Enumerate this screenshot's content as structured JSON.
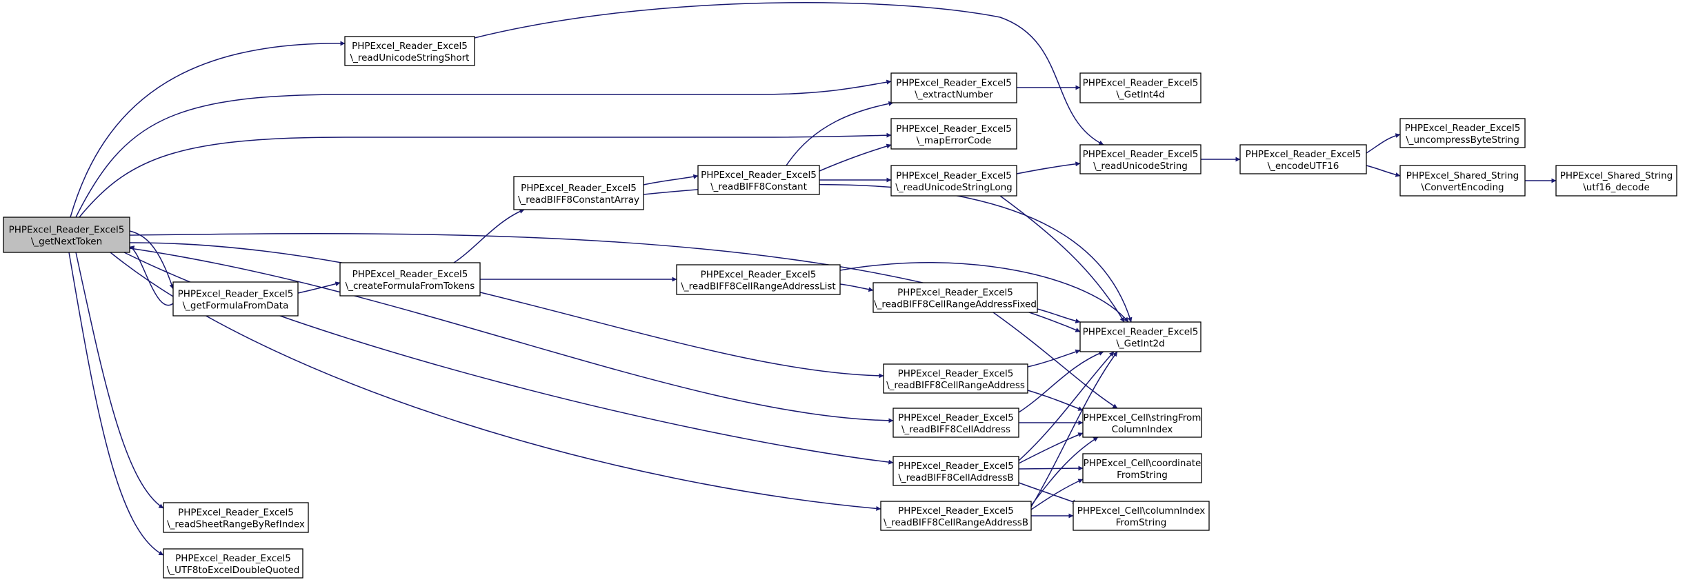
{
  "nodes": [
    {
      "id": "getNextToken",
      "lines": [
        "PHPExcel_Reader_Excel5",
        "\\_getNextToken"
      ],
      "focus": true
    },
    {
      "id": "getFormulaFromData",
      "lines": [
        "PHPExcel_Reader_Excel5",
        "\\_getFormulaFromData"
      ]
    },
    {
      "id": "createFormulaFromTokens",
      "lines": [
        "PHPExcel_Reader_Excel5",
        "\\_createFormulaFromTokens"
      ]
    },
    {
      "id": "readUnicodeStringShort",
      "lines": [
        "PHPExcel_Reader_Excel5",
        "\\_readUnicodeStringShort"
      ]
    },
    {
      "id": "readBIFF8ConstantArray",
      "lines": [
        "PHPExcel_Reader_Excel5",
        "\\_readBIFF8ConstantArray"
      ]
    },
    {
      "id": "readBIFF8Constant",
      "lines": [
        "PHPExcel_Reader_Excel5",
        "\\_readBIFF8Constant"
      ]
    },
    {
      "id": "readBIFF8CellRangeAddressList",
      "lines": [
        "PHPExcel_Reader_Excel5",
        "\\_readBIFF8CellRangeAddressList"
      ]
    },
    {
      "id": "extractNumber",
      "lines": [
        "PHPExcel_Reader_Excel5",
        "\\_extractNumber"
      ]
    },
    {
      "id": "mapErrorCode",
      "lines": [
        "PHPExcel_Reader_Excel5",
        "\\_mapErrorCode"
      ]
    },
    {
      "id": "readUnicodeStringLong",
      "lines": [
        "PHPExcel_Reader_Excel5",
        "\\_readUnicodeStringLong"
      ]
    },
    {
      "id": "readBIFF8CellRangeAddressFixed",
      "lines": [
        "PHPExcel_Reader_Excel5",
        "\\_readBIFF8CellRangeAddressFixed"
      ]
    },
    {
      "id": "readBIFF8CellRangeAddress",
      "lines": [
        "PHPExcel_Reader_Excel5",
        "\\_readBIFF8CellRangeAddress"
      ]
    },
    {
      "id": "readBIFF8CellAddress",
      "lines": [
        "PHPExcel_Reader_Excel5",
        "\\_readBIFF8CellAddress"
      ]
    },
    {
      "id": "readBIFF8CellAddressB",
      "lines": [
        "PHPExcel_Reader_Excel5",
        "\\_readBIFF8CellAddressB"
      ]
    },
    {
      "id": "readBIFF8CellRangeAddressB",
      "lines": [
        "PHPExcel_Reader_Excel5",
        "\\_readBIFF8CellRangeAddressB"
      ]
    },
    {
      "id": "readSheetRangeByRefIndex",
      "lines": [
        "PHPExcel_Reader_Excel5",
        "\\_readSheetRangeByRefIndex"
      ]
    },
    {
      "id": "UTF8toExcelDoubleQuoted",
      "lines": [
        "PHPExcel_Reader_Excel5",
        "\\_UTF8toExcelDoubleQuoted"
      ]
    },
    {
      "id": "GetInt4d",
      "lines": [
        "PHPExcel_Reader_Excel5",
        "\\_GetInt4d"
      ]
    },
    {
      "id": "readUnicodeString",
      "lines": [
        "PHPExcel_Reader_Excel5",
        "\\_readUnicodeString"
      ]
    },
    {
      "id": "GetInt2d",
      "lines": [
        "PHPExcel_Reader_Excel5",
        "\\_GetInt2d"
      ]
    },
    {
      "id": "stringFromColumnIndex",
      "lines": [
        "PHPExcel_Cell\\stringFrom",
        "ColumnIndex"
      ]
    },
    {
      "id": "coordinateFromString",
      "lines": [
        "PHPExcel_Cell\\coordinate",
        "FromString"
      ]
    },
    {
      "id": "columnIndexFromString",
      "lines": [
        "PHPExcel_Cell\\columnIndex",
        "FromString"
      ]
    },
    {
      "id": "encodeUTF16",
      "lines": [
        "PHPExcel_Reader_Excel5",
        "\\_encodeUTF16"
      ]
    },
    {
      "id": "uncompressByteString",
      "lines": [
        "PHPExcel_Reader_Excel5",
        "\\_uncompressByteString"
      ]
    },
    {
      "id": "ConvertEncoding",
      "lines": [
        "PHPExcel_Shared_String",
        "\\ConvertEncoding"
      ]
    },
    {
      "id": "utf16_decode",
      "lines": [
        "PHPExcel_Shared_String",
        "\\utf16_decode"
      ]
    }
  ],
  "edges": [
    [
      "getNextToken",
      "readUnicodeStringShort"
    ],
    [
      "getNextToken",
      "extractNumber"
    ],
    [
      "getNextToken",
      "mapErrorCode"
    ],
    [
      "getNextToken",
      "getFormulaFromData"
    ],
    [
      "getNextToken",
      "GetInt2d"
    ],
    [
      "getNextToken",
      "readBIFF8CellRangeAddress"
    ],
    [
      "getNextToken",
      "readBIFF8CellAddress"
    ],
    [
      "getNextToken",
      "readBIFF8CellAddressB"
    ],
    [
      "getNextToken",
      "readBIFF8CellRangeAddressB"
    ],
    [
      "getNextToken",
      "readSheetRangeByRefIndex"
    ],
    [
      "getNextToken",
      "UTF8toExcelDoubleQuoted"
    ],
    [
      "getFormulaFromData",
      "getNextToken"
    ],
    [
      "getFormulaFromData",
      "createFormulaFromTokens"
    ],
    [
      "createFormulaFromTokens",
      "readBIFF8ConstantArray"
    ],
    [
      "createFormulaFromTokens",
      "readBIFF8CellRangeAddressList"
    ],
    [
      "readUnicodeStringShort",
      "readUnicodeString"
    ],
    [
      "readBIFF8ConstantArray",
      "readBIFF8Constant"
    ],
    [
      "readBIFF8ConstantArray",
      "GetInt2d"
    ],
    [
      "readBIFF8Constant",
      "extractNumber"
    ],
    [
      "readBIFF8Constant",
      "mapErrorCode"
    ],
    [
      "readBIFF8Constant",
      "readUnicodeStringLong"
    ],
    [
      "readBIFF8CellRangeAddressList",
      "readBIFF8CellRangeAddressFixed"
    ],
    [
      "readBIFF8CellRangeAddressList",
      "GetInt2d"
    ],
    [
      "extractNumber",
      "GetInt4d"
    ],
    [
      "readUnicodeStringLong",
      "readUnicodeString"
    ],
    [
      "readUnicodeStringLong",
      "GetInt2d"
    ],
    [
      "readBIFF8CellRangeAddressFixed",
      "GetInt2d"
    ],
    [
      "readBIFF8CellRangeAddressFixed",
      "stringFromColumnIndex"
    ],
    [
      "readBIFF8CellRangeAddress",
      "GetInt2d"
    ],
    [
      "readBIFF8CellRangeAddress",
      "stringFromColumnIndex"
    ],
    [
      "readBIFF8CellAddress",
      "GetInt2d"
    ],
    [
      "readBIFF8CellAddress",
      "stringFromColumnIndex"
    ],
    [
      "readBIFF8CellAddressB",
      "GetInt2d"
    ],
    [
      "readBIFF8CellAddressB",
      "stringFromColumnIndex"
    ],
    [
      "readBIFF8CellAddressB",
      "coordinateFromString"
    ],
    [
      "readBIFF8CellAddressB",
      "columnIndexFromString"
    ],
    [
      "readBIFF8CellRangeAddressB",
      "GetInt2d"
    ],
    [
      "readBIFF8CellRangeAddressB",
      "stringFromColumnIndex"
    ],
    [
      "readBIFF8CellRangeAddressB",
      "coordinateFromString"
    ],
    [
      "readBIFF8CellRangeAddressB",
      "columnIndexFromString"
    ],
    [
      "readUnicodeString",
      "encodeUTF16"
    ],
    [
      "encodeUTF16",
      "uncompressByteString"
    ],
    [
      "encodeUTF16",
      "ConvertEncoding"
    ],
    [
      "ConvertEncoding",
      "utf16_decode"
    ]
  ],
  "colors": {
    "edge": "#191970",
    "node_border": "#000000",
    "node_fill": "#ffffff",
    "focus_fill": "#bfbfbf"
  }
}
